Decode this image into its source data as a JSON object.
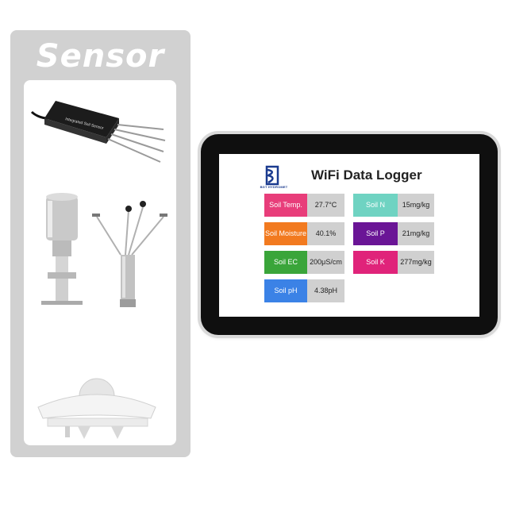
{
  "sensor_panel": {
    "title": "Sensor",
    "devices": [
      "soil-sensor",
      "ultrasonic-wind-sensor",
      "cup-anemometer",
      "solar-radiation-sensor"
    ],
    "probe_label": "Integrated Soil Sensor"
  },
  "logger": {
    "brand": "BGT HYDROMET",
    "title": "WiFi Data Logger",
    "readings": [
      {
        "label": "Soil Temp.",
        "value": "27.7°C",
        "color": "#e83d7a"
      },
      {
        "label": "Soil Moisture",
        "value": "40.1%",
        "color": "#f27a1f"
      },
      {
        "label": "Soil EC",
        "value": "200μS/cm",
        "color": "#3aa53a"
      },
      {
        "label": "Soil pH",
        "value": "4.38pH",
        "color": "#3b82e6"
      },
      {
        "label": "Soil N",
        "value": "15mg/kg",
        "color": "#6fd3c2"
      },
      {
        "label": "Soil P",
        "value": "21mg/kg",
        "color": "#6a1596"
      },
      {
        "label": "Soil K",
        "value": "277mg/kg",
        "color": "#e0237a"
      }
    ]
  }
}
